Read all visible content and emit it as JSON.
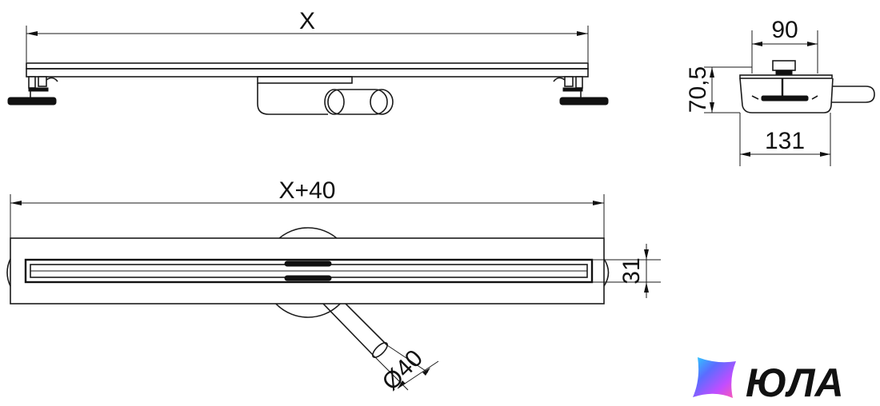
{
  "dimensions": {
    "length": "X",
    "length_total": "X+40",
    "width_top": "90",
    "height": "70,5",
    "width_bottom": "131",
    "slot_width": "31",
    "outlet_diameter": "Ø40"
  },
  "logo": {
    "text": "ЮЛА",
    "icon": "star-gradient-icon",
    "gradient_colors": [
      "#2ad2ff",
      "#5b6cff",
      "#c14dff",
      "#ff5ab0"
    ]
  }
}
